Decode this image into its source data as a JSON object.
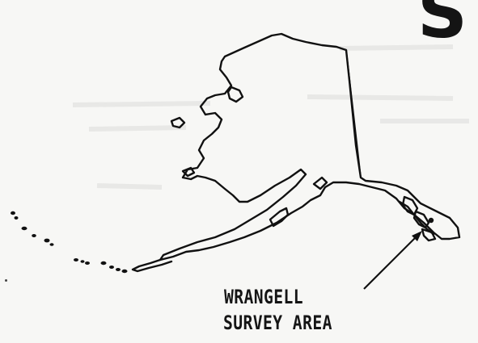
{
  "corner_text": "S",
  "label": {
    "line1": "WRANGELL",
    "line2": "SURVEY AREA"
  },
  "colors": {
    "ink": "#111111",
    "paper": "#f7f7f5"
  }
}
